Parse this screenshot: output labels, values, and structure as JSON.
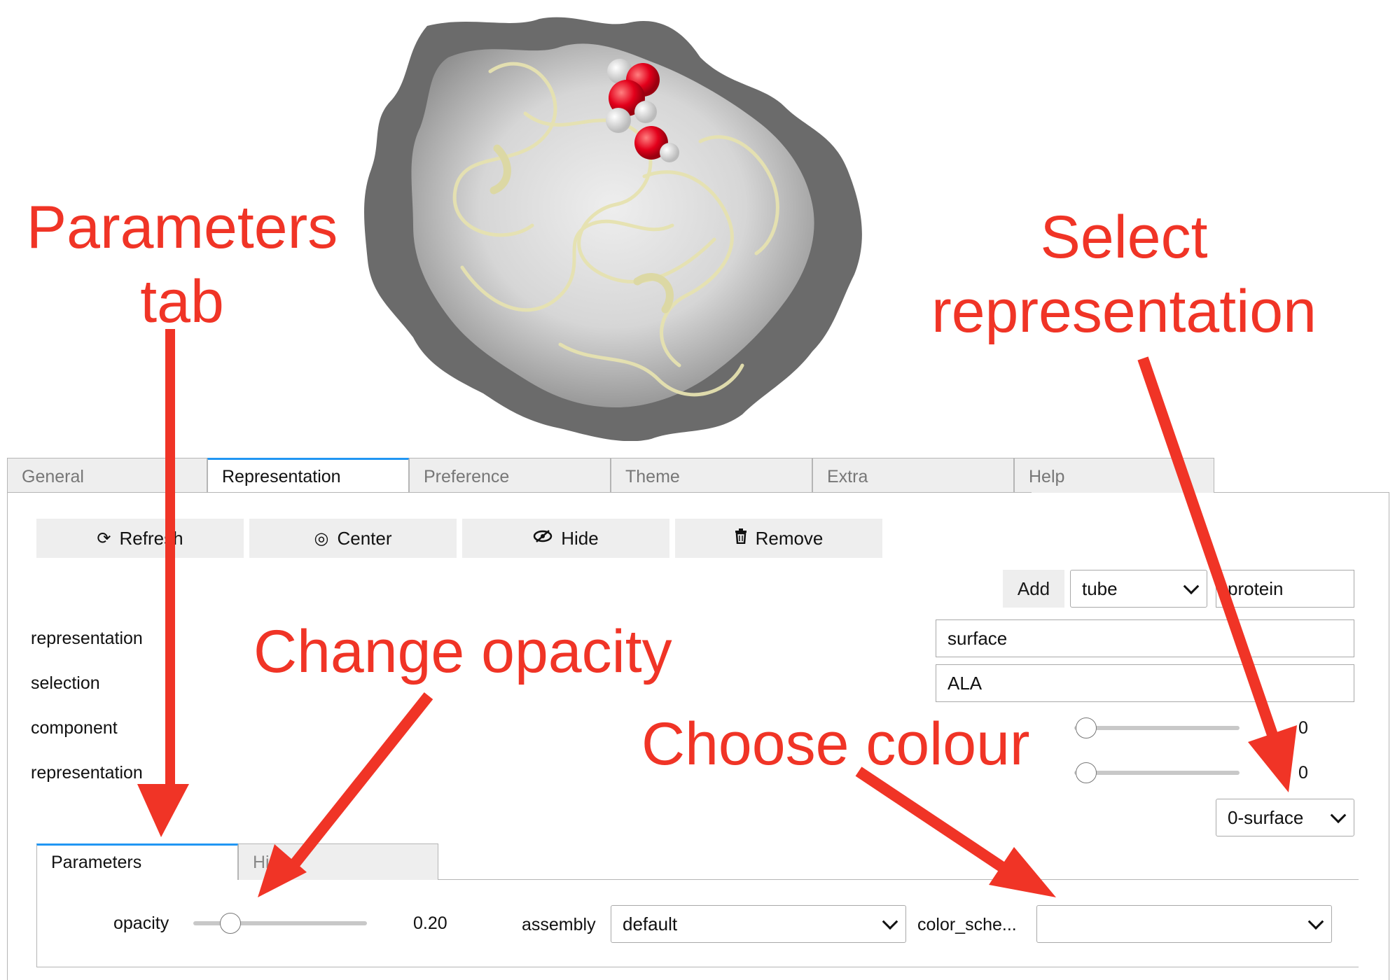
{
  "tabs": [
    {
      "label": "General",
      "active": false
    },
    {
      "label": "Representation",
      "active": true
    },
    {
      "label": "Preference",
      "active": false
    },
    {
      "label": "Theme",
      "active": false
    },
    {
      "label": "Extra",
      "active": false
    },
    {
      "label": "Help",
      "active": false
    }
  ],
  "toolbar": {
    "refresh_label": "Refresh",
    "center_label": "Center",
    "hide_label": "Hide",
    "remove_label": "Remove"
  },
  "add_row": {
    "add_label": "Add",
    "type_value": "tube",
    "selection_value": "protein"
  },
  "fields": {
    "representation_label": "representation",
    "representation_value": "surface",
    "selection_label": "selection",
    "selection_value": "ALA",
    "component_label": "component",
    "component_value": "0",
    "representation_index_label": "representation",
    "representation_index_value": "0",
    "representation_select_value": "0-surface"
  },
  "subtabs": [
    {
      "label": "Parameters",
      "active": true
    },
    {
      "label": "Hide",
      "active": false
    }
  ],
  "params": {
    "opacity_label": "opacity",
    "opacity_value": "0.20",
    "assembly_label": "assembly",
    "assembly_value": "default",
    "color_scheme_label": "color_sche...",
    "color_scheme_value": ""
  },
  "annotations": {
    "parameters_tab": "Parameters\ntab",
    "parameters_tab_line1": "Parameters",
    "parameters_tab_line2": "tab",
    "select_representation_line1": "Select",
    "select_representation_line2": "representation",
    "change_opacity": "Change opacity",
    "choose_colour": "Choose colour"
  },
  "colors": {
    "annotation": "#f03426",
    "active_tab_accent": "#2196f3",
    "button_bg": "#eeeeee"
  },
  "icons": [
    "refresh-icon",
    "target-icon",
    "eye-slash-icon",
    "trash-icon"
  ]
}
